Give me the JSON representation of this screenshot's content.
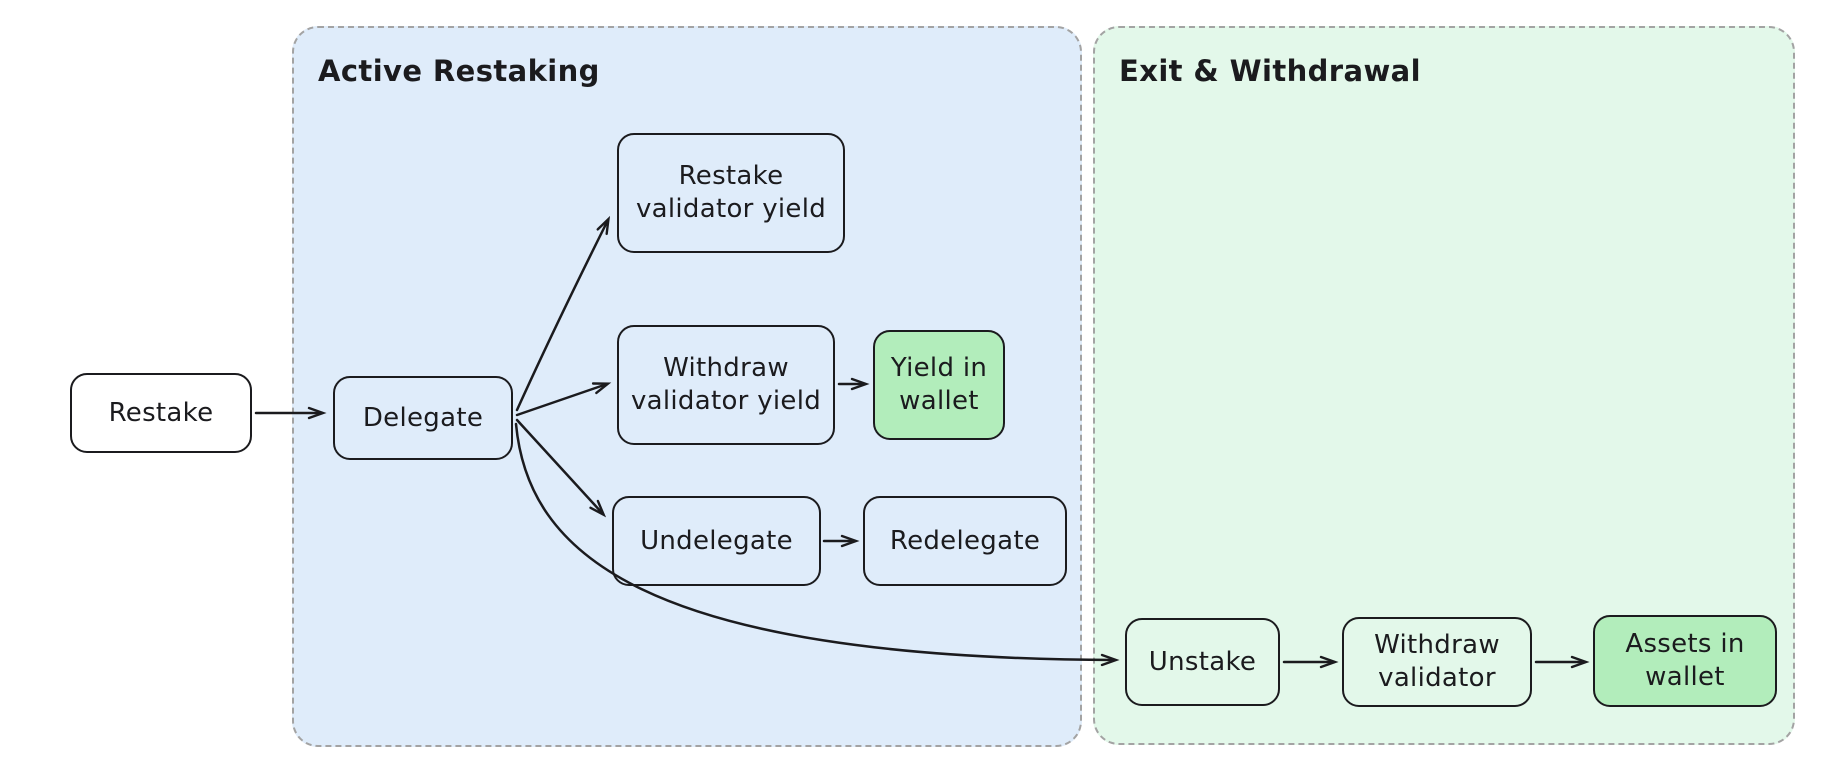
{
  "canvas": {
    "background": "#ffffff"
  },
  "colors": {
    "stroke": "#1b1b1e",
    "text": "#1b1b1e",
    "region_border": "#a3a3a3",
    "active_region_fill": "#dfecfa",
    "exit_region_fill": "#e3f8ea",
    "highlight_green_fill": "#b2edbb",
    "plain_node_fill": "#ffffff"
  },
  "regions": {
    "active": {
      "title": "Active Restaking",
      "fill": "#dfecfa"
    },
    "exit": {
      "title": "Exit & Withdrawal",
      "fill": "#e3f8ea"
    }
  },
  "nodes": {
    "restake": {
      "label": "Restake",
      "fill": "#ffffff"
    },
    "delegate": {
      "label": "Delegate",
      "fill": "transparent"
    },
    "restake_validator_yield": {
      "label": "Restake\nvalidator yield",
      "fill": "transparent"
    },
    "withdraw_validator_yield": {
      "label": "Withdraw\nvalidator yield",
      "fill": "transparent"
    },
    "yield_in_wallet": {
      "label": "Yield in\nwallet",
      "fill": "#b2edbb"
    },
    "undelegate": {
      "label": "Undelegate",
      "fill": "transparent"
    },
    "redelegate": {
      "label": "Redelegate",
      "fill": "transparent"
    },
    "unstake": {
      "label": "Unstake",
      "fill": "transparent"
    },
    "withdraw_validator": {
      "label": "Withdraw\nvalidator",
      "fill": "transparent"
    },
    "assets_in_wallet": {
      "label": "Assets in\nwallet",
      "fill": "#b2edbb"
    }
  },
  "edges": [
    {
      "from": "restake",
      "to": "delegate"
    },
    {
      "from": "delegate",
      "to": "restake_validator_yield"
    },
    {
      "from": "delegate",
      "to": "withdraw_validator_yield"
    },
    {
      "from": "delegate",
      "to": "undelegate"
    },
    {
      "from": "delegate",
      "to": "unstake"
    },
    {
      "from": "withdraw_validator_yield",
      "to": "yield_in_wallet"
    },
    {
      "from": "undelegate",
      "to": "redelegate"
    },
    {
      "from": "unstake",
      "to": "withdraw_validator"
    },
    {
      "from": "withdraw_validator",
      "to": "assets_in_wallet"
    }
  ]
}
